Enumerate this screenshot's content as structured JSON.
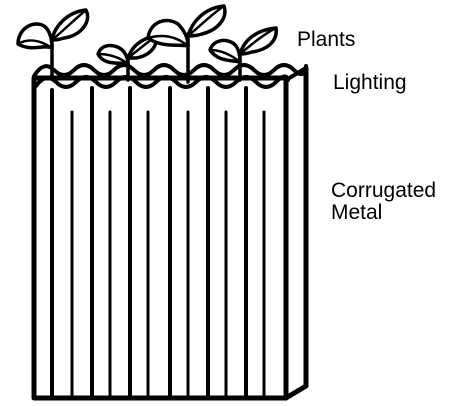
{
  "labels": {
    "plants": "Plants",
    "lighting": "Lighting",
    "corrugated_metal_line1": "Corrugated",
    "corrugated_metal_line2": "Metal"
  },
  "colors": {
    "stroke": "#000000",
    "background": "#ffffff"
  }
}
